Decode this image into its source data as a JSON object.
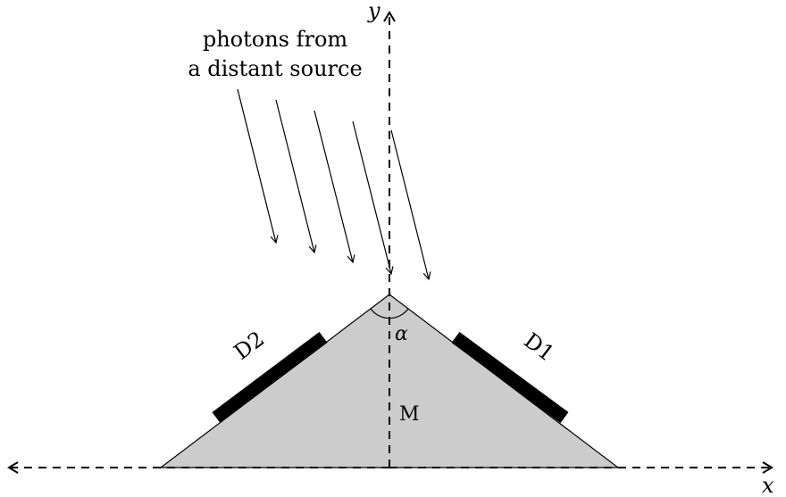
{
  "labels": {
    "photons_line1": "photons from",
    "photons_line2": "a distant source",
    "x_axis": "x",
    "y_axis": "y",
    "detector_1": "D1",
    "detector_2": "D2",
    "angle": "α",
    "mass": "M"
  },
  "colors": {
    "prism_fill": "#cccccc",
    "detector": "#000000",
    "lines": "#000000"
  },
  "elements": {
    "photon_count": 5
  }
}
